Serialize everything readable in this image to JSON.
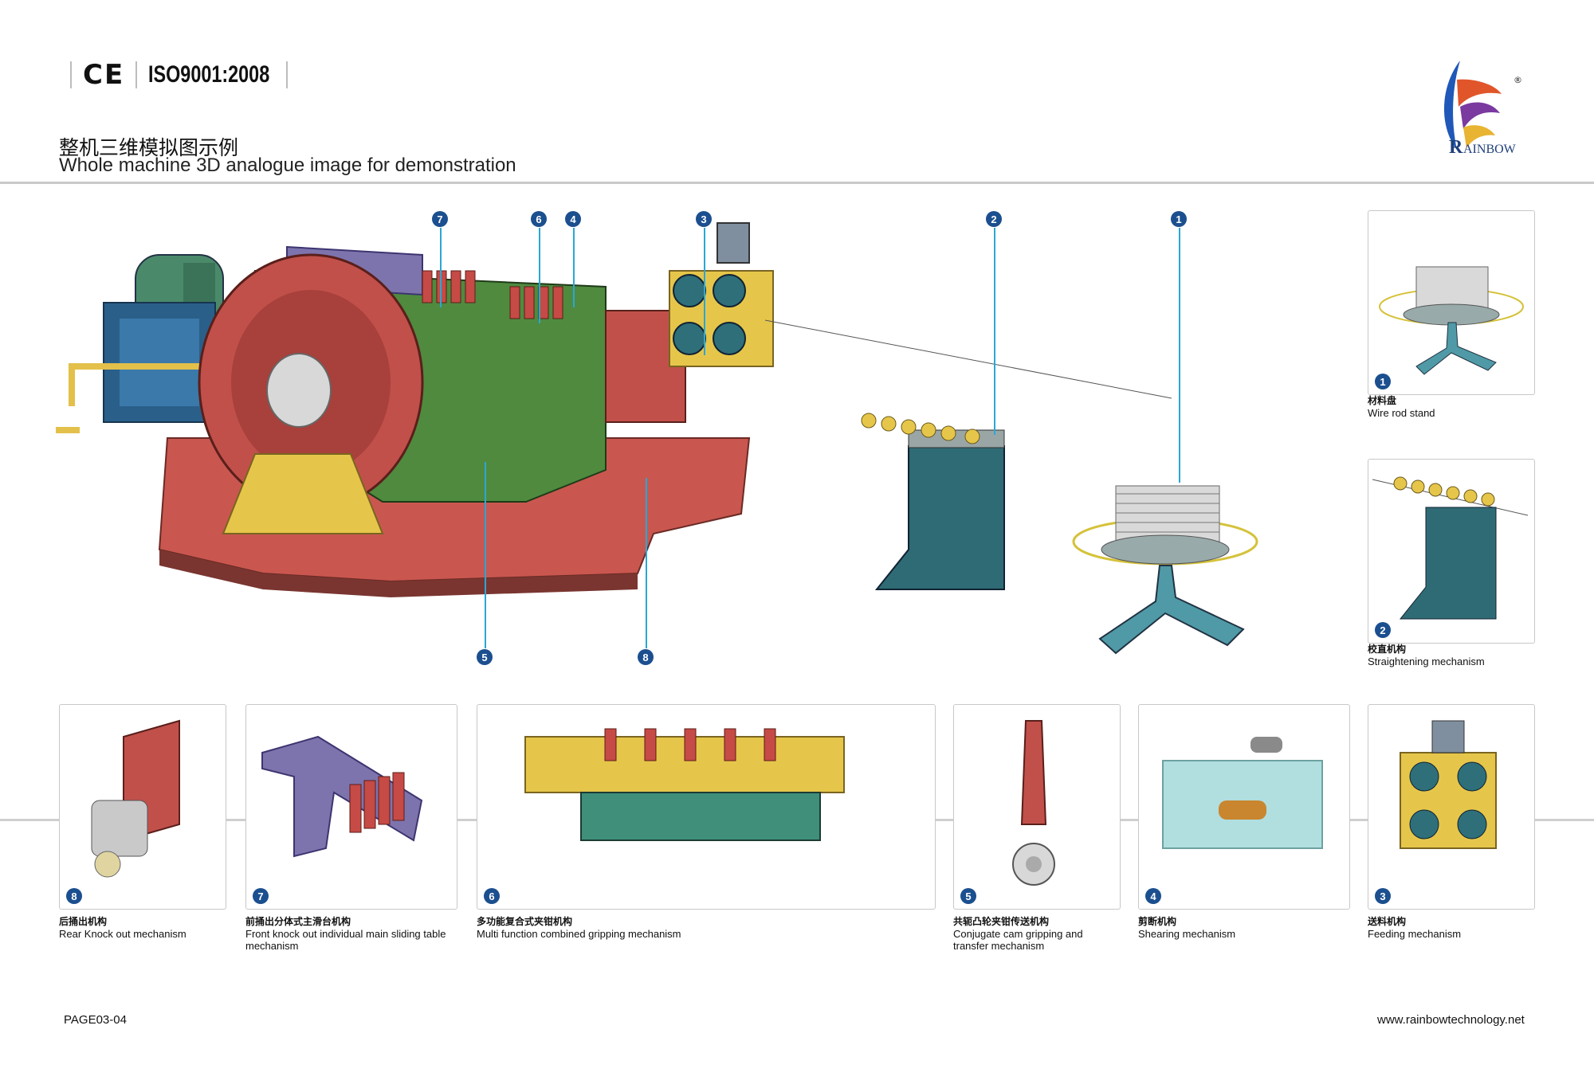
{
  "header": {
    "cert_ce": "CE",
    "cert_iso": "ISO9001:2008",
    "title_cn": "整机三维模拟图示例",
    "title_en": "Whole machine 3D analogue image for demonstration"
  },
  "brand": {
    "logo_text": "RAINBOW",
    "registered": "®"
  },
  "footer": {
    "page_no": "PAGE03-04",
    "website": "www.rainbowtechnology.net"
  },
  "main_markers": [
    "7",
    "6",
    "4",
    "3",
    "2",
    "1",
    "5",
    "8"
  ],
  "cards": [
    {
      "num": "1",
      "cn": "材料盘",
      "en": "Wire rod stand"
    },
    {
      "num": "2",
      "cn": "校直机构",
      "en": "Straightening mechanism"
    },
    {
      "num": "8",
      "cn": "后捅出机构",
      "en": "Rear Knock out mechanism"
    },
    {
      "num": "7",
      "cn": "前捅出分体式主滑台机构",
      "en": "Front knock out individual main sliding table mechanism"
    },
    {
      "num": "6",
      "cn": "多功能复合式夹钳机构",
      "en": "Multi function combined gripping mechanism"
    },
    {
      "num": "5",
      "cn": "共轭凸轮夹钳传送机构",
      "en": "Conjugate cam gripping and transfer mechanism"
    },
    {
      "num": "4",
      "cn": "剪断机构",
      "en": "Shearing mechanism"
    },
    {
      "num": "3",
      "cn": "送料机构",
      "en": "Feeding mechanism"
    }
  ],
  "colors": {
    "marker": "#1b4f8f",
    "leader": "#2aa7d6",
    "machine_green": "#4f8a3e",
    "flywheel_red": "#c1504a",
    "base_red": "#c9574f",
    "teal": "#3f7f86",
    "yellow": "#e6c64a"
  }
}
